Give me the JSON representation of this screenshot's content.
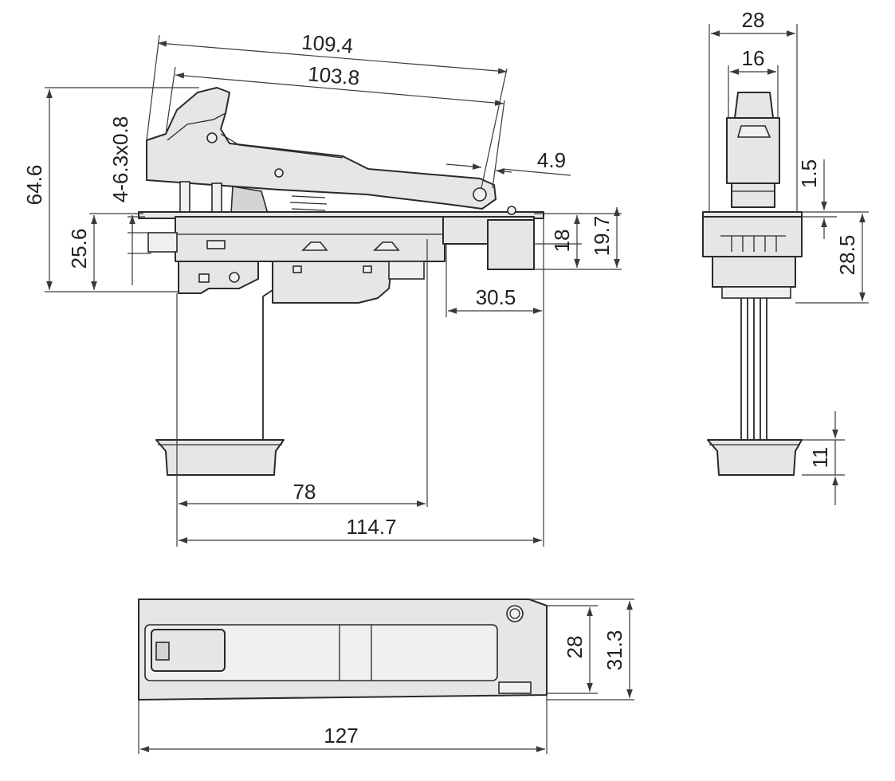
{
  "dimensions": {
    "length_109_4": "109.4",
    "length_103_8": "103.8",
    "height_64_6": "64.6",
    "holes": "4-6.3x0.8",
    "gap_4_9": "4.9",
    "height_25_6": "25.6",
    "height_18": "18",
    "height_19_7": "19.7",
    "offset_30_5": "30.5",
    "length_78": "78",
    "length_114_7": "114.7",
    "width_28_side": "28",
    "width_16": "16",
    "gap_1_5": "1.5",
    "height_28_5": "28.5",
    "height_11": "11",
    "width_28_top": "28",
    "width_31_3": "31.3",
    "length_127": "127"
  },
  "colors": {
    "part_fill": "#e6e6e6",
    "line": "#2a2a2a",
    "background": "#ffffff"
  }
}
